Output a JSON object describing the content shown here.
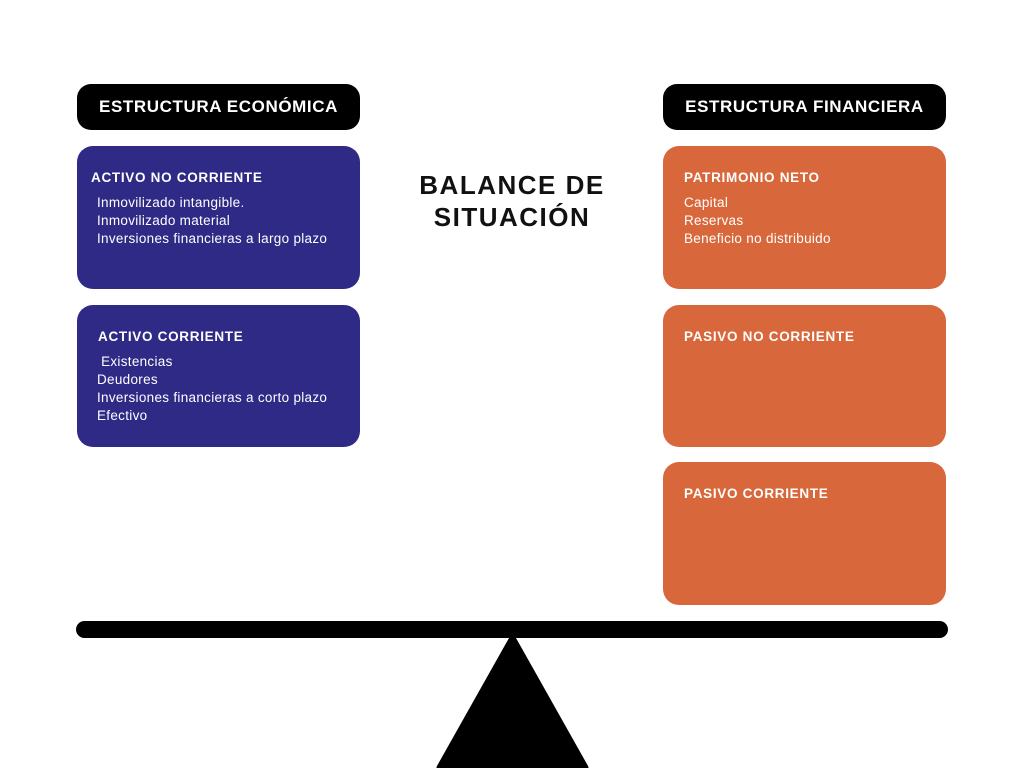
{
  "title": {
    "line1": "BALANCE DE",
    "line2": "SITUACIÓN"
  },
  "columns": {
    "left": {
      "header": "ESTRUCTURA ECONÓMICA",
      "boxes": [
        {
          "title": "ACTIVO NO CORRIENTE",
          "items": [
            "Inmovilizado intangible.",
            "Inmovilizado material",
            "Inversiones financieras a largo plazo"
          ]
        },
        {
          "title": "ACTIVO CORRIENTE",
          "items": [
            " Existencias",
            "Deudores",
            "Inversiones financieras a corto plazo",
            "Efectivo"
          ]
        }
      ]
    },
    "right": {
      "header": "ESTRUCTURA FINANCIERA",
      "boxes": [
        {
          "title": "PATRIMONIO NETO",
          "items": [
            "Capital",
            "Reservas",
            "Beneficio no distribuido"
          ]
        },
        {
          "title": "PASIVO NO CORRIENTE",
          "items": []
        },
        {
          "title": "PASIVO CORRIENTE",
          "items": []
        }
      ]
    }
  },
  "colors": {
    "economic_box": "#2E2A86",
    "financial_box": "#D8683B",
    "header_badge": "#000000",
    "box_text": "#FFFFFF",
    "title_text": "#111111",
    "scale_color": "#000000",
    "page_bg": "#FFFFFF"
  }
}
